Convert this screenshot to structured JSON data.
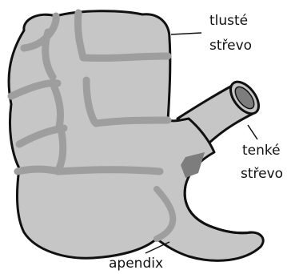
{
  "labels": {
    "large_intestine": [
      "tlusté",
      "střevo"
    ],
    "small_intestine": [
      "tenké",
      "střevo"
    ],
    "appendix": "apendix"
  },
  "colors": {
    "outline": "#111111",
    "organ_fill": "#c6c6c6",
    "organ_shade": "#9e9e9e",
    "organ_dark": "#7d7d7d",
    "leader_line": "#111111"
  }
}
